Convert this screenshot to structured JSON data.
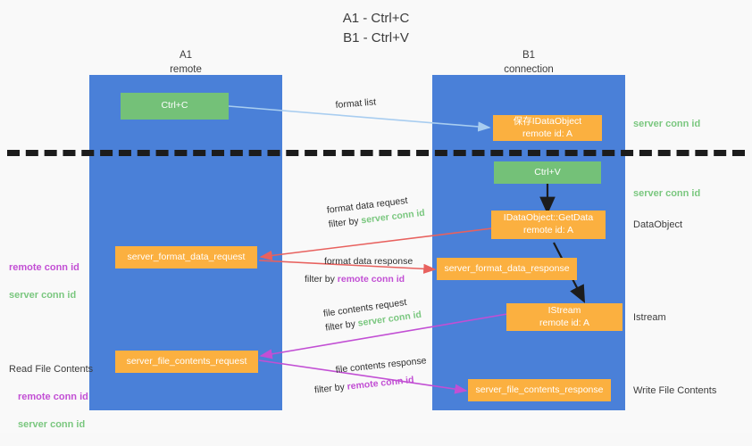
{
  "diagram": {
    "title": "A1 - Ctrl+C\nB1 - Ctrl+V",
    "columns": [
      {
        "id": "a1",
        "header": "A1\nremote"
      },
      {
        "id": "b1",
        "header": "B1\nconnection"
      }
    ],
    "nodes": [
      {
        "id": "ctrl-c",
        "label": "Ctrl+C",
        "color": "#74c178"
      },
      {
        "id": "save-idataobject",
        "label": "保存IDataObject\nremote id: A",
        "color": "#fbb040"
      },
      {
        "id": "ctrl-v",
        "label": "Ctrl+V",
        "color": "#74c178"
      },
      {
        "id": "idataobject-getdata",
        "label": "IDataObject::GetData\nremote id: A",
        "color": "#fbb040"
      },
      {
        "id": "server-format-data-request",
        "label": "server_format_data_request",
        "color": "#fbb040"
      },
      {
        "id": "server-format-data-response",
        "label": "server_format_data_response",
        "color": "#fbb040"
      },
      {
        "id": "istream",
        "label": "IStream\nremote id: A",
        "color": "#fbb040"
      },
      {
        "id": "server-file-contents-request",
        "label": "server_file_contents_request",
        "color": "#fbb040"
      },
      {
        "id": "server-file-contents-response",
        "label": "server_file_contents_response",
        "color": "#fbb040"
      }
    ],
    "right_labels": [
      {
        "id": "server-conn-id-1",
        "text": "server conn id",
        "color": "#7ac77f"
      },
      {
        "id": "server-conn-id-2",
        "text": "server conn id",
        "color": "#7ac77f"
      },
      {
        "id": "dataobject",
        "text": "DataObject",
        "color": "#3c3c3c"
      },
      {
        "id": "istream-label",
        "text": "Istream",
        "color": "#3c3c3c"
      },
      {
        "id": "write-file-contents",
        "text": "Write File Contents",
        "color": "#3c3c3c"
      }
    ],
    "left_labels": [
      {
        "id": "conn-ids-format",
        "line1": "remote conn id",
        "line2": "server conn id"
      },
      {
        "id": "read-file-contents",
        "title": "Read File Contents",
        "line1": "remote conn id",
        "line2": "server conn id"
      }
    ],
    "edge_labels": [
      {
        "id": "format-list",
        "text": "format list",
        "color": "#2f2f2f"
      },
      {
        "id": "format-data-request",
        "line1": "format data request",
        "line2_prefix": "filter by ",
        "line2_conn": "server conn id",
        "conn_color": "#7ac77f"
      },
      {
        "id": "format-data-response",
        "line1": "format data response",
        "line2_prefix": "filter by ",
        "line2_conn": "remote conn id",
        "conn_color": "#c24fd4"
      },
      {
        "id": "file-contents-request",
        "line1": "file contents request",
        "line2_prefix": "filter by ",
        "line2_conn": "server conn id",
        "conn_color": "#7ac77f"
      },
      {
        "id": "file-contents-response",
        "line1": "file contents response",
        "line2_prefix": "filter by ",
        "line2_conn": "remote conn id",
        "conn_color": "#c24fd4"
      }
    ],
    "colors": {
      "column": "#4a80d8",
      "node_green": "#74c178",
      "node_orange": "#fbb040",
      "arrow_light_blue": "#a8cdf0",
      "arrow_red": "#e8615e",
      "arrow_purple": "#c24fd4",
      "arrow_black": "#1c1c1c",
      "background": "#f9f9f9"
    }
  }
}
